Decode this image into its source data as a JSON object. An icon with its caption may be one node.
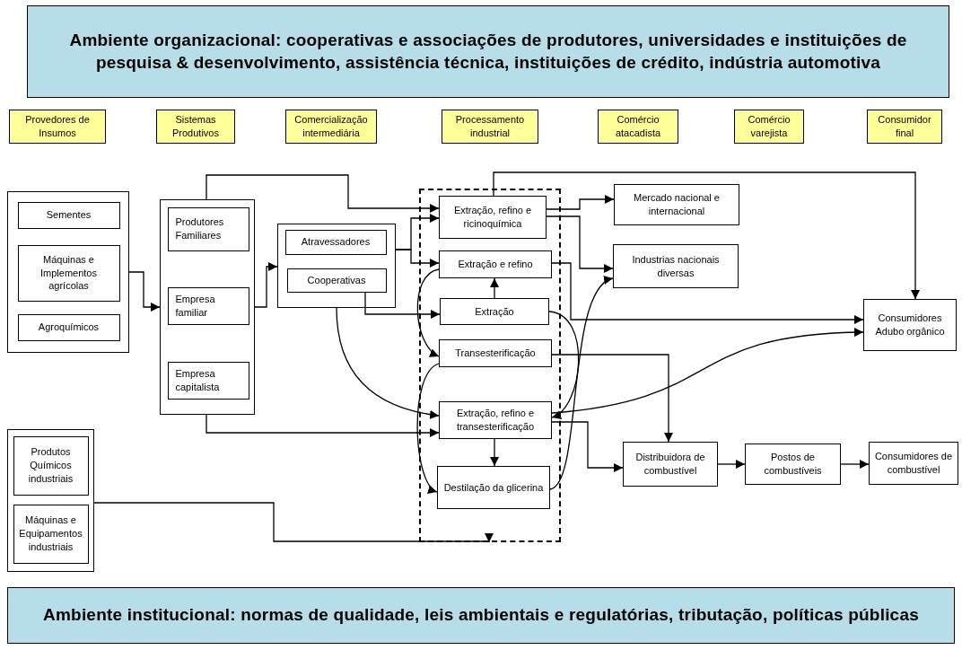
{
  "diagram": {
    "nodes": [
      {
        "text": [
          "Ambiente organizacional: cooperativas e associações de produtores, universidades e instituições de pesquisa & desenvolvimento, assistência técnica, instituições de crédito, indústria automotiva"
        ]
      },
      {
        "text": [
          "Provedores de Insumos"
        ]
      },
      {
        "text": [
          "Sistemas Produtivos"
        ]
      },
      {
        "text": [
          "Comercialização intermediária"
        ]
      },
      {
        "text": [
          "Processamento industrial"
        ]
      },
      {
        "text": [
          "Comércio atacadista"
        ]
      },
      {
        "text": [
          "Comércio varejista"
        ]
      },
      {
        "text": [
          "Consumidor final"
        ]
      },
      {
        "text": [],
        "shape": "box"
      },
      {
        "text": [
          "Sementes"
        ],
        "in": 8
      },
      {
        "text": [
          "Máquinas e Implementos agrícolas"
        ],
        "in": 8
      },
      {
        "text": [
          "Agroquímicos"
        ],
        "in": 8
      },
      {
        "text": [],
        "shape": "box"
      },
      {
        "text": [
          "Produtores Familiares"
        ],
        "in": 12
      },
      {
        "text": [
          "Empresa familiar"
        ],
        "in": 12
      },
      {
        "text": [
          "Empresa capitalista"
        ],
        "in": 12
      },
      {
        "text": [],
        "shape": "box"
      },
      {
        "text": [
          "Atravessadores"
        ],
        "in": 16
      },
      {
        "text": [
          "Cooperativas"
        ],
        "in": 16
      },
      {
        "text": [],
        "shape": "box"
      },
      {
        "text": [
          "Extração, refino e ricinoquímica"
        ],
        "in": 19
      },
      {
        "text": [
          "Extração e refino"
        ],
        "in": 19
      },
      {
        "text": [
          "Extração"
        ],
        "in": 19
      },
      {
        "text": [
          "Transesterificação"
        ],
        "in": 19
      },
      {
        "text": [
          "Extração, refino e transesterificação"
        ],
        "in": 19
      },
      {
        "text": [
          "Destilação da glicerina"
        ],
        "in": 19
      },
      {
        "text": [
          "Mercado nacional e internacional"
        ]
      },
      {
        "text": [
          "Industrias nacionais diversas"
        ]
      },
      {
        "text": [
          "Consumidores Adubo orgânico"
        ]
      },
      {
        "text": [
          "Distribuidora de combustível"
        ]
      },
      {
        "text": [
          "Postos de combustíveis"
        ]
      },
      {
        "text": [
          "Consumidores de combustível"
        ]
      },
      {
        "text": [],
        "shape": "box"
      },
      {
        "text": [
          "Produtos Químicos industriais"
        ],
        "in": 32
      },
      {
        "text": [
          "Máquinas e Equipamentos industriais"
        ],
        "in": 32
      },
      {
        "text": [
          "Ambiente institucional: normas de qualidade, leis ambientais e regulatórias, tributação, políticas públicas"
        ]
      }
    ],
    "edges": [
      {
        "from": 8,
        "to": 12,
        "arrow": "to"
      },
      {
        "from": 12,
        "to": 20,
        "arrow": "to"
      },
      {
        "from": 12,
        "to": 16,
        "arrow": "to"
      },
      {
        "from": 16,
        "to": 20,
        "arrow": "to"
      },
      {
        "from": 16,
        "to": 21,
        "arrow": "to"
      },
      {
        "from": 18,
        "to": 22,
        "arrow": "to"
      },
      {
        "from": 16,
        "to": 24,
        "arrow": "to"
      },
      {
        "from": 12,
        "to": 24,
        "arrow": "to"
      },
      {
        "from": 22,
        "to": 21,
        "arrow": "to"
      },
      {
        "from": 20,
        "to": 26,
        "arrow": "to"
      },
      {
        "from": 20,
        "to": 27,
        "arrow": "to"
      },
      {
        "from": 20,
        "to": 28,
        "arrow": "to"
      },
      {
        "from": 21,
        "to": 28,
        "arrow": "to"
      },
      {
        "from": 21,
        "to": 23,
        "arrow": "to"
      },
      {
        "from": 23,
        "to": 25,
        "arrow": "to"
      },
      {
        "from": 22,
        "to": 24,
        "arrow": "to"
      },
      {
        "from": 24,
        "to": 28,
        "arrow": "to"
      },
      {
        "from": 25,
        "to": 27,
        "arrow": "to"
      },
      {
        "from": 23,
        "to": 29,
        "arrow": "to"
      },
      {
        "from": 24,
        "to": 29,
        "arrow": "to"
      },
      {
        "from": 24,
        "to": 25,
        "arrow": "to"
      },
      {
        "from": 29,
        "to": 30,
        "arrow": "to"
      },
      {
        "from": 30,
        "to": 31,
        "arrow": "to"
      },
      {
        "from": 32,
        "to": 19,
        "arrow": "to"
      }
    ]
  }
}
